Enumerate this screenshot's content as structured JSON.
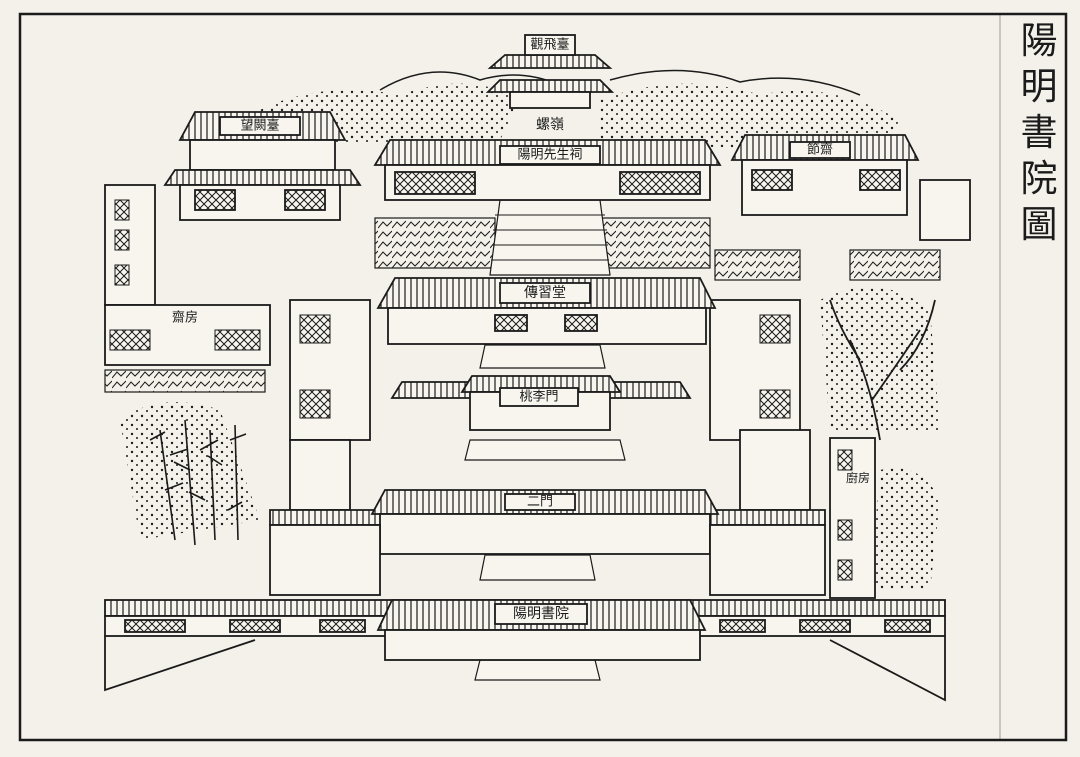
{
  "title": {
    "text": "陽明書院圖",
    "chars": [
      "陽",
      "明",
      "書",
      "院",
      "圖"
    ]
  },
  "labels": {
    "top_pavilion": "觀飛臺",
    "ridge": "螺嶺",
    "shrine": "陽明先生祠",
    "left_tower": "望闕臺",
    "right_hall": "節齋",
    "left_dorm": "齋房",
    "main_hall": "傳習堂",
    "peach_gate": "桃李門",
    "kitchen": "廚房",
    "second_gate": "二門",
    "front_gate": "陽明書院"
  },
  "colors": {
    "paper": "#f3f1e9",
    "ink": "#1b1b1b",
    "plaque": "#f7f5ee"
  }
}
